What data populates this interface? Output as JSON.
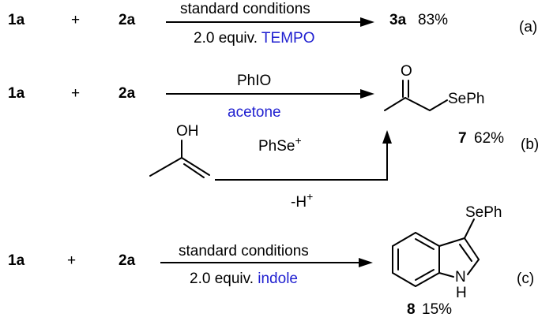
{
  "reactions": {
    "a": {
      "label": "(a)",
      "reactant1": "1a",
      "plus": "+",
      "reactant2": "2a",
      "conditions_top": "standard conditions",
      "conditions_bottom_prefix": "2.0 equiv. ",
      "conditions_bottom_reagent": "TEMPO",
      "product": "3a",
      "product_yield": "83%"
    },
    "b": {
      "label": "(b)",
      "reactant1": "1a",
      "plus": "+",
      "reactant2": "2a",
      "reagent_top": "PhIO",
      "reagent_bottom": "acetone",
      "enol_label": "OH",
      "second_reagent": "PhSe",
      "second_reagent_sup": "+",
      "loss": "-H",
      "loss_sup": "+",
      "product_group_label": "SePh",
      "ketone_atom_label": "O",
      "product": "7",
      "product_yield": "62%"
    },
    "c": {
      "label": "(c)",
      "reactant1": "1a",
      "plus": "+",
      "reactant2": "2a",
      "conditions_top": "standard conditions",
      "conditions_bottom_prefix": "2.0 equiv. ",
      "conditions_bottom_reagent": "indole",
      "product_group_label": "SePh",
      "nh_label_n": "N",
      "nh_label_h": "H",
      "product": "8",
      "product_yield": "15%"
    }
  },
  "colors": {
    "text": "#000000",
    "reagent_highlight": "#1f1fd0"
  }
}
